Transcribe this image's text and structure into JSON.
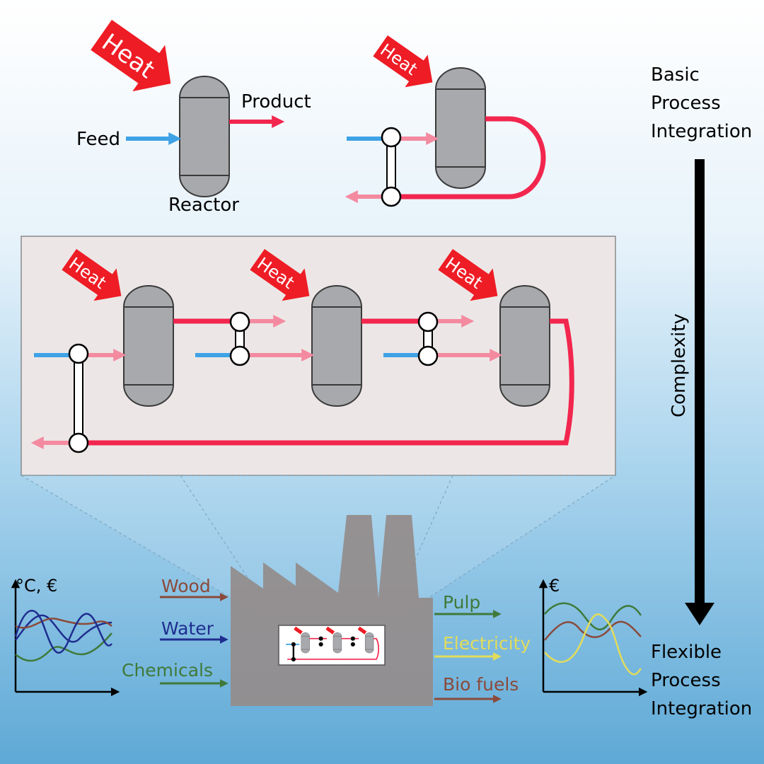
{
  "colors": {
    "background_top": "#ffffff",
    "background_bottom": "#5ea9d6",
    "feed_blue": "#3ea2e6",
    "hot_red": "#f2264e",
    "warm_pink": "#f48aa0",
    "heat_red": "#ee1c25",
    "reactor_grey": "#a7a9ac",
    "panel_fill": "#ece7e6",
    "factory_grey": "#948d8d",
    "wood_brown": "#8b4a3a",
    "water_navy": "#1f2d8f",
    "chem_green": "#3f7a3a",
    "electricity_yellow": "#e2dc5c"
  },
  "labels": {
    "heat": "Heat",
    "feed": "Feed",
    "product": "Product",
    "reactor": "Reactor",
    "basic_1": "Basic",
    "basic_2": "Process",
    "basic_3": "Integration",
    "complexity": "Complexity",
    "flex_1": "Flexible",
    "flex_2": "Process",
    "flex_3": "Integration",
    "left_axis": "°C, €",
    "right_axis": "€"
  },
  "inputs": [
    "Wood",
    "Water",
    "Chemicals"
  ],
  "outputs": [
    "Pulp",
    "Electricity",
    "Bio fuels"
  ]
}
